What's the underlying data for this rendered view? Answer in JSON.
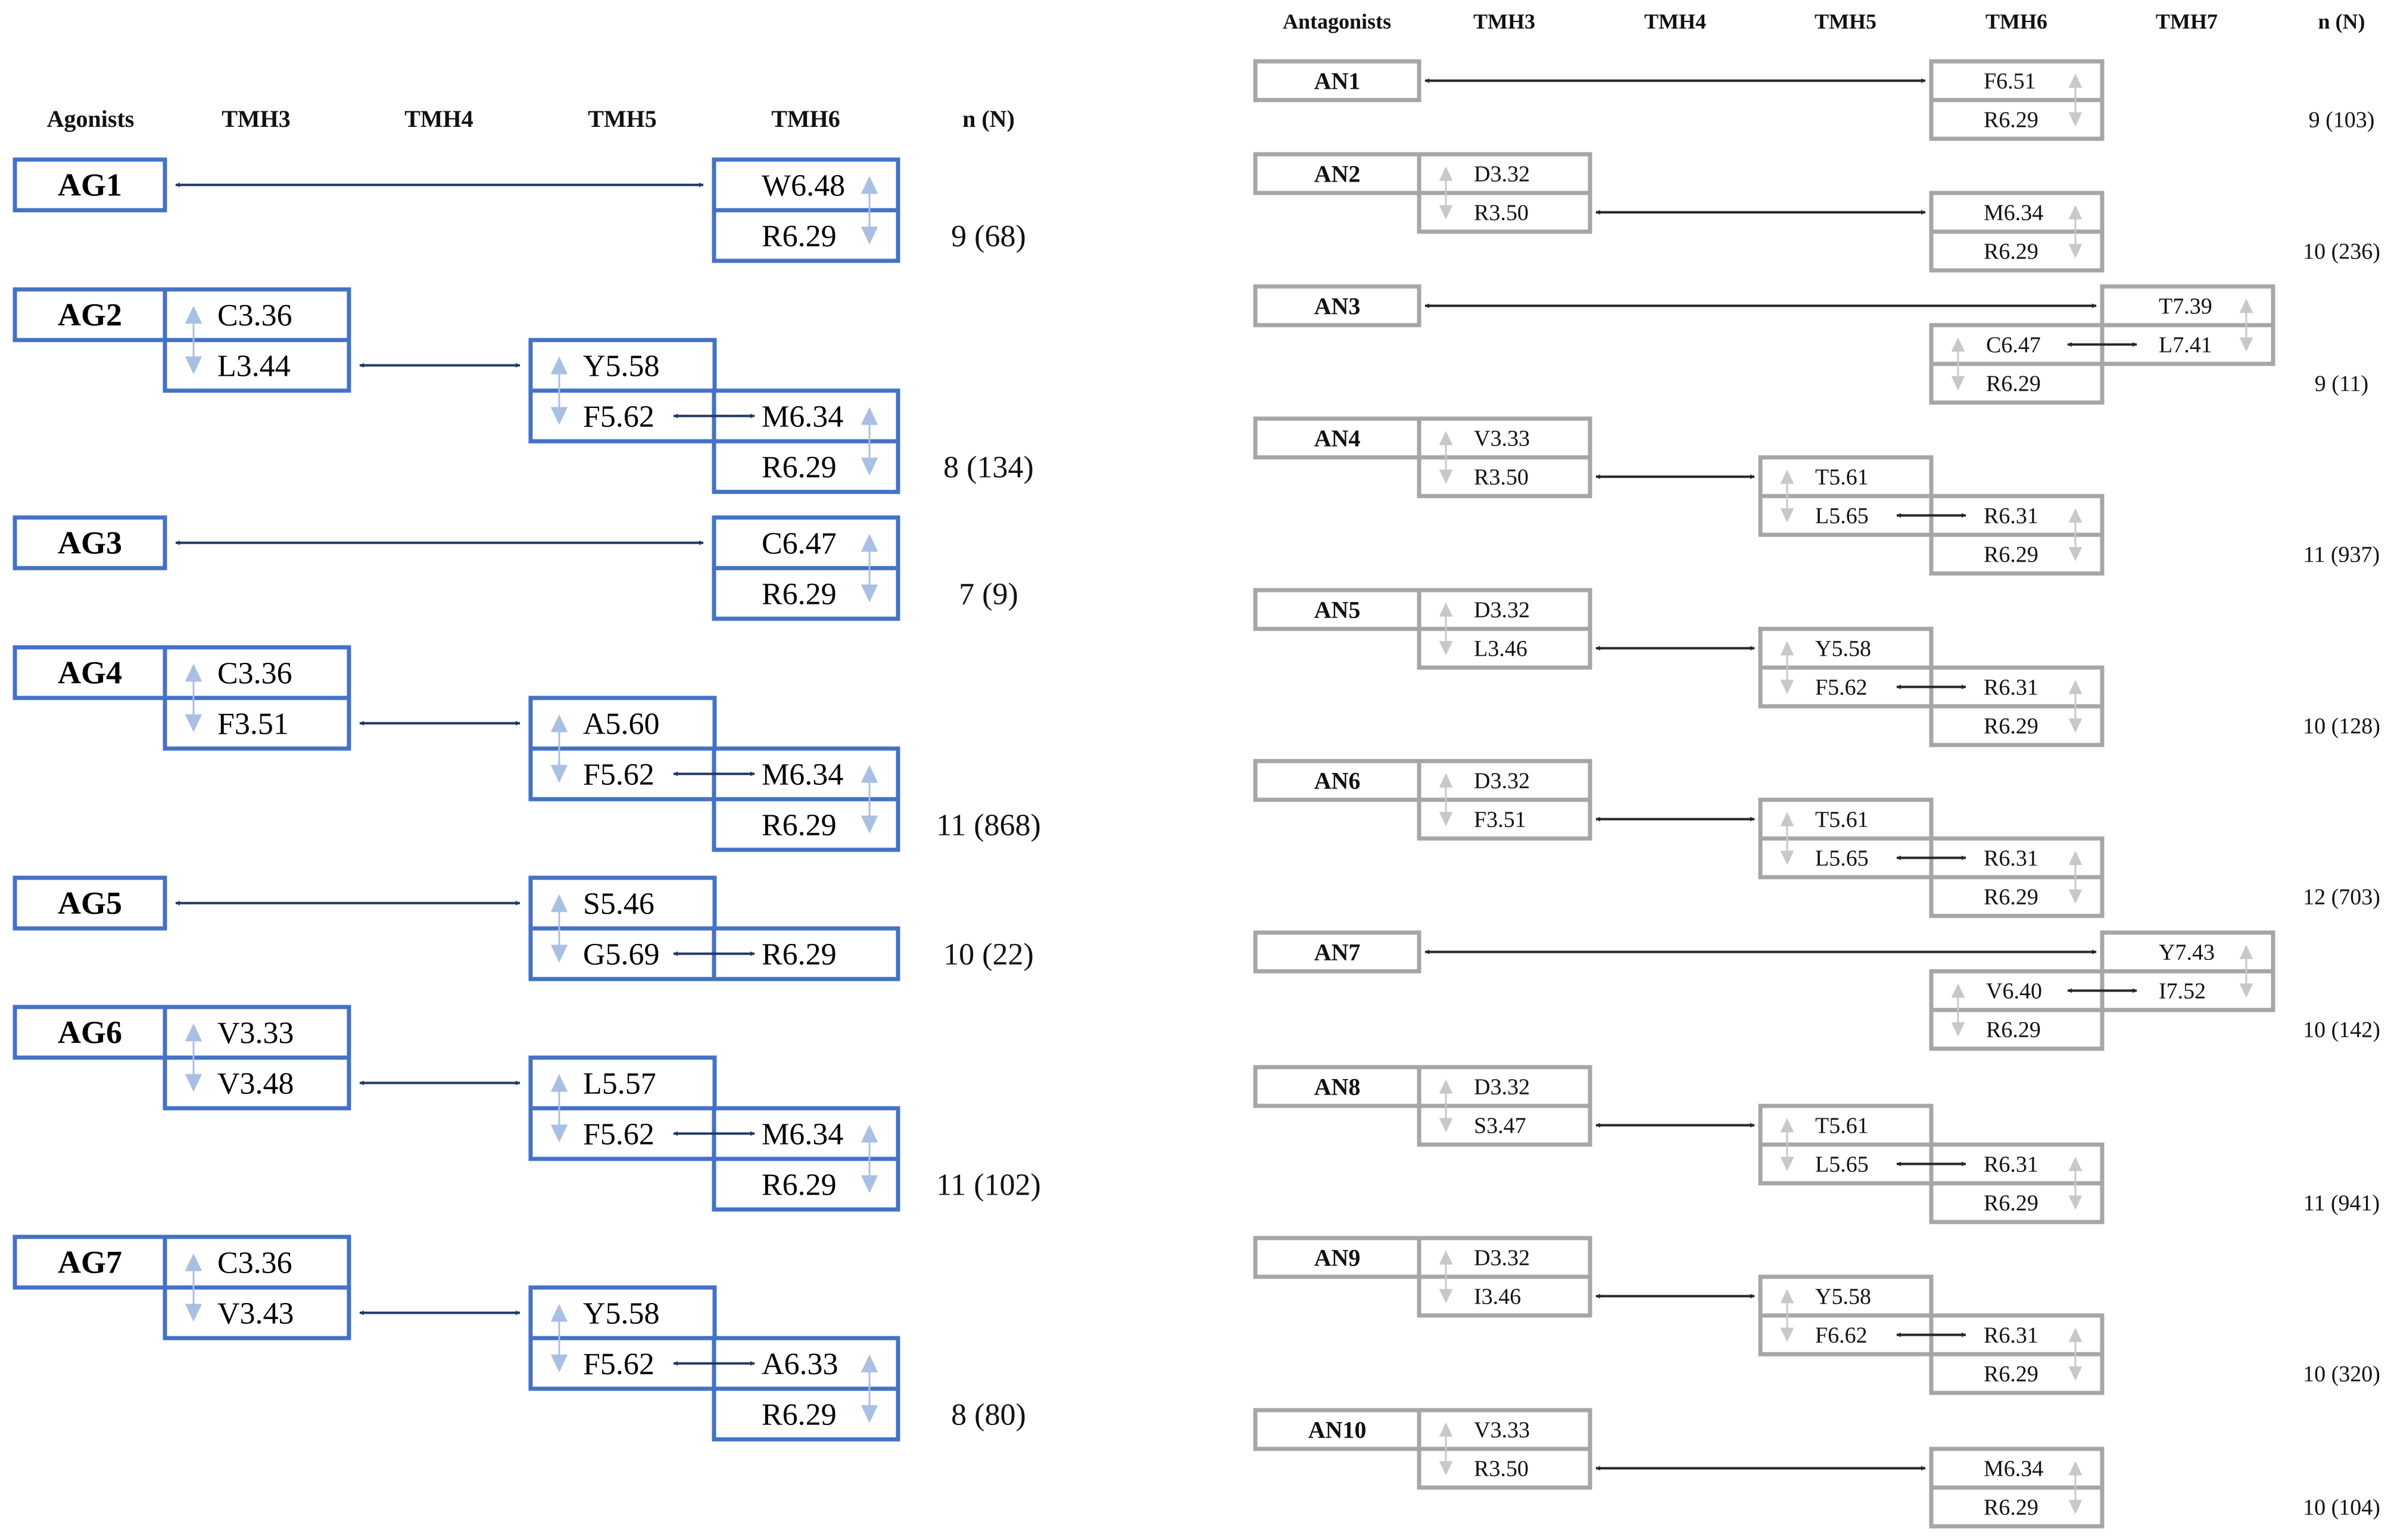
{
  "colors": {
    "agonist_box": "#4472c4",
    "agonist_link": "#1f3864",
    "agonist_marker": "#a9bfe3",
    "antagonist_box": "#a6a6a6",
    "antagonist_link": "#262626",
    "antagonist_marker": "#c8c8c8"
  },
  "agonists": {
    "headers": {
      "group": "Agonists",
      "tmh3": "TMH3",
      "tmh4": "TMH4",
      "tmh5": "TMH5",
      "tmh6": "TMH6",
      "n": "n (N)"
    },
    "items": [
      {
        "id": "AG1",
        "tmh3": [],
        "tmh5": [],
        "tmh6": [
          "W6.48",
          "R6.29"
        ],
        "count": "9 (68)"
      },
      {
        "id": "AG2",
        "tmh3": [
          "C3.36",
          "L3.44"
        ],
        "tmh5": [
          "Y5.58",
          "F5.62"
        ],
        "tmh6": [
          "M6.34",
          "R6.29"
        ],
        "count": "8 (134)"
      },
      {
        "id": "AG3",
        "tmh3": [],
        "tmh5": [],
        "tmh6": [
          "C6.47",
          "R6.29"
        ],
        "count": "7 (9)"
      },
      {
        "id": "AG4",
        "tmh3": [
          "C3.36",
          "F3.51"
        ],
        "tmh5": [
          "A5.60",
          "F5.62"
        ],
        "tmh6": [
          "M6.34",
          "R6.29"
        ],
        "count": "11 (868)"
      },
      {
        "id": "AG5",
        "tmh3": [],
        "tmh5": [
          "S5.46",
          "G5.69"
        ],
        "tmh6": [
          "R6.29"
        ],
        "count": "10 (22)"
      },
      {
        "id": "AG6",
        "tmh3": [
          "V3.33",
          "V3.48"
        ],
        "tmh5": [
          "L5.57",
          "F5.62"
        ],
        "tmh6": [
          "M6.34",
          "R6.29"
        ],
        "count": "11 (102)"
      },
      {
        "id": "AG7",
        "tmh3": [
          "C3.36",
          "V3.43"
        ],
        "tmh5": [
          "Y5.58",
          "F5.62"
        ],
        "tmh6": [
          "A6.33",
          "R6.29"
        ],
        "count": "8 (80)"
      }
    ]
  },
  "antagonists": {
    "headers": {
      "group": "Antagonists",
      "tmh3": "TMH3",
      "tmh4": "TMH4",
      "tmh5": "TMH5",
      "tmh6": "TMH6",
      "tmh7": "TMH7",
      "n": "n (N)"
    },
    "items": [
      {
        "id": "AN1",
        "tmh3": [],
        "tmh5": [],
        "tmh6": [
          "F6.51",
          "R6.29"
        ],
        "tmh7": [],
        "count": "9 (103)"
      },
      {
        "id": "AN2",
        "tmh3": [
          "D3.32",
          "R3.50"
        ],
        "tmh5": [],
        "tmh6": [
          "M6.34",
          "R6.29"
        ],
        "tmh7": [],
        "count": "10 (236)"
      },
      {
        "id": "AN3",
        "tmh3": [],
        "tmh5": [],
        "tmh6": [
          "C6.47",
          "R6.29"
        ],
        "tmh7": [
          "T7.39",
          "L7.41"
        ],
        "count": "9 (11)"
      },
      {
        "id": "AN4",
        "tmh3": [
          "V3.33",
          "R3.50"
        ],
        "tmh5": [
          "T5.61",
          "L5.65"
        ],
        "tmh6": [
          "R6.31",
          "R6.29"
        ],
        "tmh7": [],
        "count": "11 (937)"
      },
      {
        "id": "AN5",
        "tmh3": [
          "D3.32",
          "L3.46"
        ],
        "tmh5": [
          "Y5.58",
          "F5.62"
        ],
        "tmh6": [
          "R6.31",
          "R6.29"
        ],
        "tmh7": [],
        "count": "10 (128)"
      },
      {
        "id": "AN6",
        "tmh3": [
          "D3.32",
          "F3.51"
        ],
        "tmh5": [
          "T5.61",
          "L5.65"
        ],
        "tmh6": [
          "R6.31",
          "R6.29"
        ],
        "tmh7": [],
        "count": "12 (703)"
      },
      {
        "id": "AN7",
        "tmh3": [],
        "tmh5": [],
        "tmh6": [
          "V6.40",
          "R6.29"
        ],
        "tmh7": [
          "Y7.43",
          "I7.52"
        ],
        "count": "10 (142)"
      },
      {
        "id": "AN8",
        "tmh3": [
          "D3.32",
          "S3.47"
        ],
        "tmh5": [
          "T5.61",
          "L5.65"
        ],
        "tmh6": [
          "R6.31",
          "R6.29"
        ],
        "tmh7": [],
        "count": "11 (941)"
      },
      {
        "id": "AN9",
        "tmh3": [
          "D3.32",
          "I3.46"
        ],
        "tmh5": [
          "Y5.58",
          "F6.62"
        ],
        "tmh6": [
          "R6.31",
          "R6.29"
        ],
        "tmh7": [],
        "count": "10 (320)"
      },
      {
        "id": "AN10",
        "tmh3": [
          "V3.33",
          "R3.50"
        ],
        "tmh5": [],
        "tmh6": [
          "M6.34",
          "R6.29"
        ],
        "tmh7": [],
        "count": "10 (104)"
      }
    ]
  }
}
